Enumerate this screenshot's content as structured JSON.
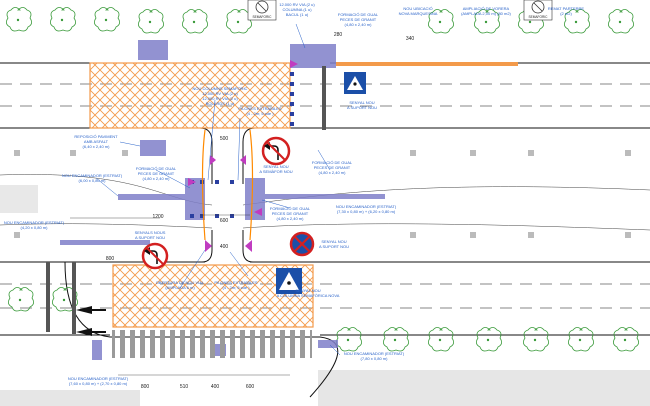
{
  "colors": {
    "road_line": "#111111",
    "annotation": "#2a63c9",
    "work_zone": "#f39a4a",
    "paving": "#7f7fc9",
    "kerb": "#555555",
    "tree": "#3a9a3a",
    "pilones": "#c03cc0",
    "hydrant": "#ff8a00"
  },
  "labels": {
    "top_left": [
      "12.000 RV VIA (2 u)",
      "COLUMNA (1 u)",
      "BACUL (1 u)"
    ],
    "formacio_top": [
      "FORMACIÓ DE GUAL",
      "PECES DE GRANIT",
      "(4,80 x 2,40 m)"
    ],
    "nou_ubicacio": [
      "NOU UBICACIÓ",
      "NOVA MARQUESINA"
    ],
    "ampliacio_vorera": [
      "AMPLIACIÓ DE VORERA",
      "(AMPLADA 2,00 m) (80 m2)"
    ],
    "remat_parterre": [
      "REMAT PARTERRE",
      "(2 m2)"
    ],
    "senyal_nou_top": [
      "SENYAL NOU",
      "A SUPORT NOU"
    ],
    "nou_columns": [
      "NOU COLUMNS SEMAFORIC",
      "12.000 RV VIA (2 u)",
      "12.000 RV VIA (2 u)",
      "BOLARDS (1 u)"
    ],
    "pilones_extraibles_top": [
      "PILONES EXTRAÏBLES",
      "(4 - 2m; 5 cde )"
    ],
    "reposicio_paviment": [
      "REPOSICIÓ PAVIMENT",
      "AMB ASFALT",
      "(6,40 x 2,40 m)"
    ],
    "formacio_left": [
      "FORMACIÓ DE GUAL",
      "PECES DE GRANIT",
      "(4,80 x 2,40 m)"
    ],
    "senyal_nou_mid": [
      "SENYAL NOU",
      "A SEMÀFOR NOU"
    ],
    "formacio_right": [
      "FORMACIÓ DE GUAL",
      "PECES DE GRANIT",
      "(4,80 x 2,40 m)"
    ],
    "nou_encaminador_left1": [
      "NOU ENCAMINADOR (ESTRIAT)",
      "(6,00 x 0,80 m)"
    ],
    "formacio_bottom": [
      "FORMACIÓ DE GUAL",
      "PECES DE GRANIT",
      "(4,80 x 2,40 m)"
    ],
    "nou_encaminador_right": [
      "NOU ENCAMINADOR (ESTRIAT)",
      "(7,30 x 0,80 m) + (6,20 x 0,80 m)"
    ],
    "nou_encaminador_left2": [
      "NOU ENCAMINADOR (ESTRIAT)",
      "(4,20 x 0,80 m)"
    ],
    "senyals_nous": [
      "SENYALS NOUS",
      "A SUPORT NOU"
    ],
    "senyal_nou_right": [
      "SENYAL NOU",
      "A SUPORT NOU"
    ],
    "obertura": [
      "OBERTURA DE NOU VIAL",
      "(AMPLADA 6 m)"
    ],
    "pilones_extraibles_bottom": [
      "PILONES EXTRAÏBLES",
      "(4 - 2m; 5 cde )"
    ],
    "senyal_columna": [
      "SENYAL NOU",
      "A COLUMNA SEMAFÒRICA NOVA"
    ],
    "nou_encaminador_bottom_right": [
      "NOU ENCAMINADOR (ESTRIAT)",
      "(7,80 x 0,80 m)"
    ],
    "nou_encaminador_bottom_left": [
      "NOU ENCAMINADOR (ESTRIAT)",
      "(7,60 x 0,80 m) + (2,70 x 0,80 m)"
    ],
    "sign_plate": "SEMAFORIC"
  },
  "dimensions": {
    "d1200": "1200",
    "d600a": "600",
    "d400": "400",
    "d510": "510",
    "d600b": "600",
    "d800": "800",
    "d800b": "800",
    "d400b": "400",
    "d500": "500",
    "d280": "280",
    "d340": "340"
  }
}
